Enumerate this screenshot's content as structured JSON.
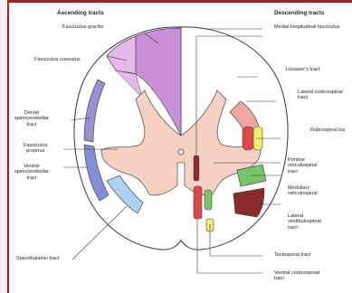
{
  "headings": {
    "ascending": "Ascending tracts",
    "descending": "Descending tracts"
  },
  "left_labels": {
    "gracilis": "Fasciculus gracilis",
    "cuneatus": "Fasciculus cuneatus",
    "dorsal_spinocerebellar": "Dorsal\nspinocerebellar\ntract",
    "proprius": "Fasciculus\nproprius",
    "ventral_spinocerebellar": "Ventral\nspinocerebellar\ntract",
    "spinothalamic": "Spinothalamic tract"
  },
  "right_labels": {
    "medial_longitudinal": "Medial longitudinal fasciculus",
    "lissauer": "Lissauer's tract",
    "lateral_corticospinal": "Lateral corticospinal\ntract",
    "rubrospinal": "Rubrospinal tra",
    "pontine_reticulospinal": "Pontine\nreticulospinal\ntract",
    "medullary_reticulospinal": "Medullary\nreticulospinal",
    "lateral_vestibulospinal": "Lateral\nvestibulospinal\ntract",
    "tectospinal": "Tectospinal tract",
    "ventral_corticospinal": "Ventral corticospinal\ntract"
  },
  "colors": {
    "frame": "#a12020",
    "gracilis": "#c98ed8",
    "cuneatus": "#e6b8ea",
    "dorsal_spinocerebellar": "#9b8fd6",
    "ventral_spinocerebellar": "#7f90d8",
    "spinothalamic": "#a9d3f0",
    "gray_matter": "#f7d2c3",
    "lateral_corticospinal": "#f2a6a0",
    "rubrospinal_red": "#e0474b",
    "rubrospinal_yellow": "#f4ee6a",
    "reticulospinal_green": "#79c46a",
    "vestibulospinal": "#8c2b2b"
  }
}
